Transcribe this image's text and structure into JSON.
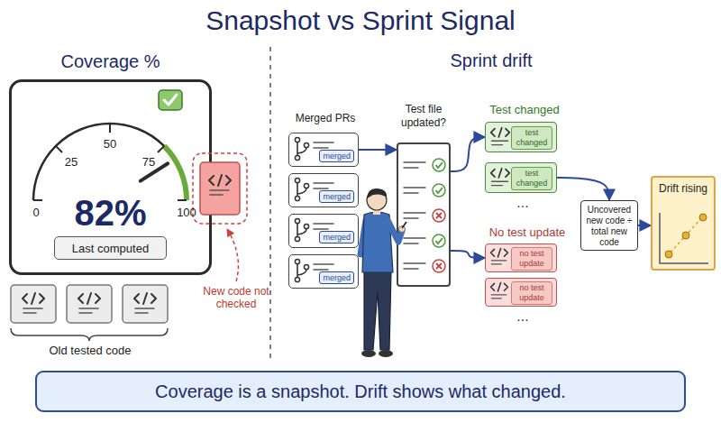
{
  "diagram": {
    "title": "Snapshot vs Sprint Signal",
    "caption": "Coverage is a snapshot. Drift shows what changed.",
    "nodes": [
      {
        "text": [
          "Coverage %",
          "82%"
        ]
      },
      {
        "text": [
          "Last computed"
        ],
        "in": 0
      },
      {
        "text": [
          "merged"
        ]
      },
      {
        "text": [
          "merged"
        ]
      },
      {
        "text": [
          "merged"
        ]
      },
      {
        "text": [
          "merged"
        ]
      },
      {
        "text": [
          "Test file updated?"
        ]
      },
      {
        "text": [
          "test changed"
        ]
      },
      {
        "text": [
          "test changed"
        ]
      },
      {
        "text": [
          "no test update"
        ]
      },
      {
        "text": [
          "no test update"
        ]
      },
      {
        "text": [
          "Uncovered new code ÷ total new code"
        ]
      },
      {
        "text": [
          "Drift rising"
        ]
      }
    ],
    "edges": [
      {
        "from": 2,
        "to": 6,
        "arrow": "to"
      },
      {
        "from": 6,
        "to": 7,
        "arrow": "to"
      },
      {
        "from": 6,
        "to": 9,
        "arrow": "to"
      },
      {
        "from": 8,
        "to": 11,
        "arrow": "to"
      },
      {
        "from": 11,
        "to": 12,
        "arrow": "to"
      }
    ],
    "labels": [
      "0",
      "25",
      "50",
      "75",
      "100",
      "New code not checked",
      "Old tested code",
      "Sprint drift",
      "Merged PRs",
      "Test changed",
      "...",
      "No test update",
      "..."
    ]
  }
}
